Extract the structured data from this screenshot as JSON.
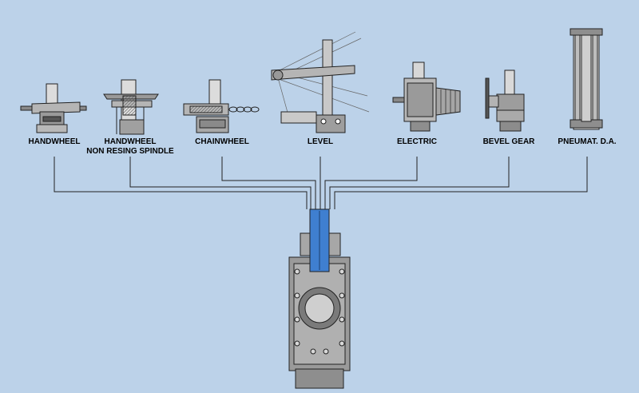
{
  "actuators": [
    {
      "label": "HANDWHEEL"
    },
    {
      "label": "HANDWHEEL",
      "sublabel": "NON RESING SPINDLE"
    },
    {
      "label": "CHAINWHEEL"
    },
    {
      "label": "LEVEL"
    },
    {
      "label": "ELECTRIC"
    },
    {
      "label": "BEVEL GEAR"
    },
    {
      "label": "PNEUMAT. D.A."
    }
  ],
  "colors": {
    "background": "#bcd2e9",
    "lines": "#222222",
    "metal": "#a9a9a9",
    "metal_dark": "#6e6e6e",
    "gate": "#3f7fd0"
  }
}
